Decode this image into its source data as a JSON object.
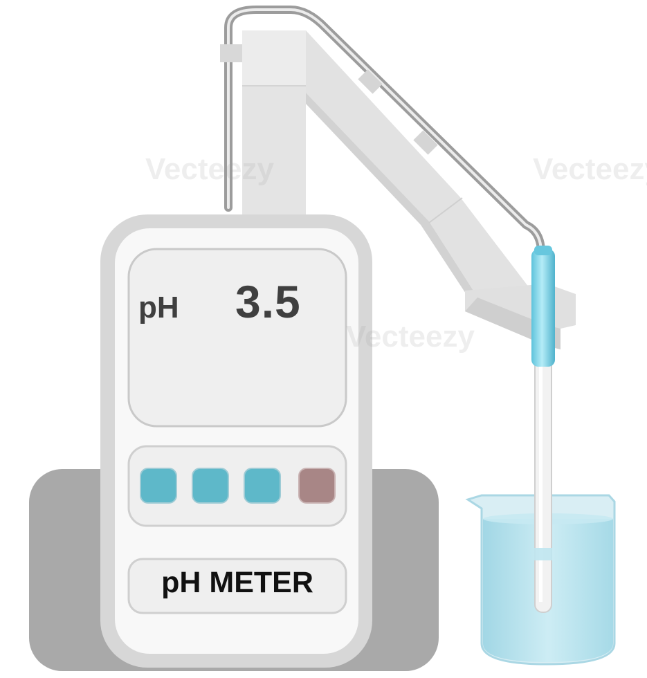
{
  "display": {
    "unit_label": "pH",
    "reading": "3.5"
  },
  "device": {
    "name": "pH METER"
  },
  "buttons": [
    {
      "name": "button-1",
      "color": "#5eb8c9"
    },
    {
      "name": "button-2",
      "color": "#5eb8c9"
    },
    {
      "name": "button-3",
      "color": "#5eb8c9"
    },
    {
      "name": "button-4",
      "color": "#a88686"
    }
  ],
  "colors": {
    "body": "#dadada",
    "body_inner": "#f7f7f7",
    "screen": "#efefef",
    "base": "#a9a9a9",
    "arm": "#e2e2e2",
    "cable": "#9c9c9c",
    "probe_cap": "#7fd3e6",
    "liquid": "#a8dbe8"
  },
  "watermark": {
    "text": "Vecteezy"
  }
}
